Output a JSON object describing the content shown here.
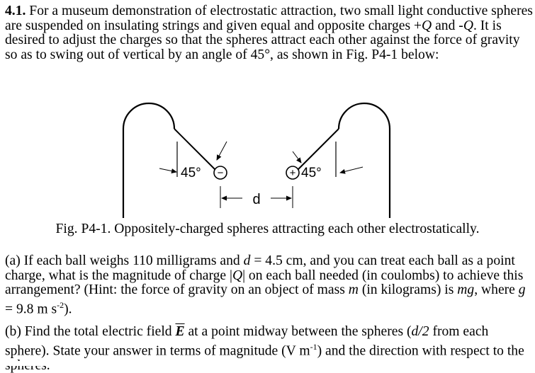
{
  "problem": {
    "number": "4.1.",
    "intro_parts": [
      "For a museum demonstration of electrostatic attraction, two small light conductive spheres are suspended on insulating strings and given equal and opposite charges +",
      "Q",
      " and -",
      "Q",
      ". It is desired to adjust the charges so that the spheres attract each other against the force of gravity so as to swing out of vertical by an angle of 45°, as shown in Fig. P4-1 below:"
    ]
  },
  "figure": {
    "left_angle_label": "45°",
    "right_angle_label": "45°",
    "left_charge_sign": "−",
    "right_charge_sign": "+",
    "distance_label": "d",
    "caption": "Fig. P4-1. Oppositely-charged spheres attracting each other electrostatically."
  },
  "part_a": {
    "t1": "(a) If each ball weighs 110 milligrams and ",
    "d_var": "d",
    "t2": " = 4.5 cm, and you can treat each ball as a point charge, what is the magnitude of charge |",
    "q_var": "Q",
    "t3": "| on each ball needed (in coulombs) to achieve this arrangement? (Hint: the force of gravity on an object of mass ",
    "m_var": "m",
    "t4": " (in kilograms) is ",
    "mg_var": "mg",
    "t5": ", where ",
    "g_var": "g",
    "t6": " = 9.8 m s",
    "sup": "-2",
    "t7": ")."
  },
  "part_b": {
    "t1": "(b) Find the total electric field ",
    "e_var": "E",
    "t2": " at a point midway between the spheres (",
    "d2_var": "d/2",
    "t3": " from each sphere). State your answer in terms of magnitude (V m",
    "sup": "-1",
    "t4": ") and the direction with respect to the spheres."
  }
}
